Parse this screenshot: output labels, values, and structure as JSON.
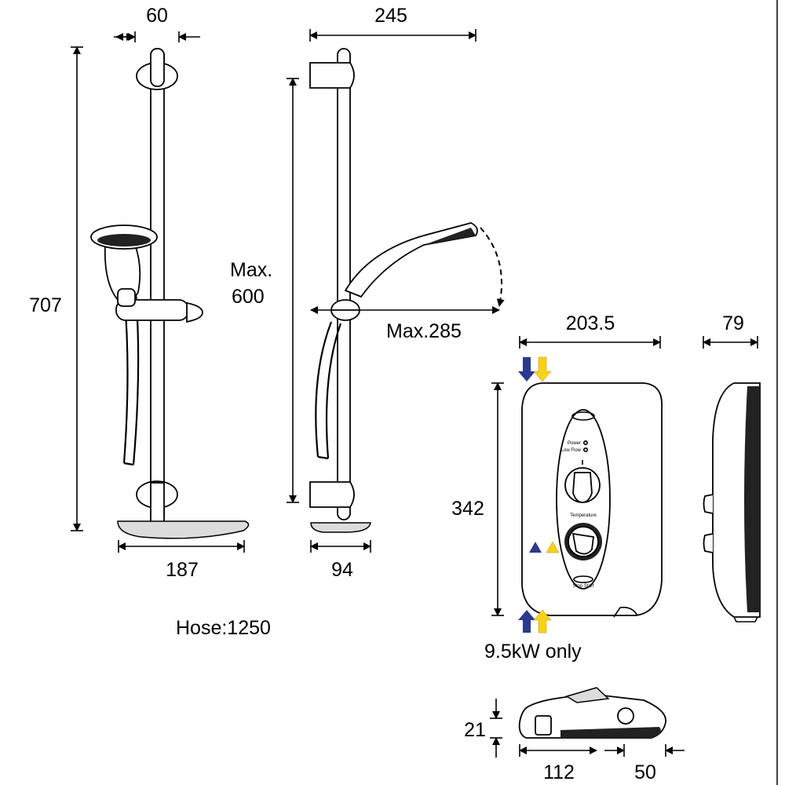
{
  "dimensions": {
    "rail_width": "60",
    "rail_height": "707",
    "base_width": "187",
    "rail_projection": "245",
    "handset_max_label": "Max.",
    "handset_max_value": "600",
    "handset_reach": "Max.285",
    "side_base": "94",
    "unit_width": "203.5",
    "unit_depth": "79",
    "unit_height": "342",
    "bottom_height": "21",
    "bottom_left": "112",
    "bottom_right": "50"
  },
  "notes": {
    "hose": "Hose:1250",
    "rating": "9.5kW only"
  },
  "control_panel": {
    "power": "Power",
    "low_flow": "Low Flow",
    "temperature": "Temperature",
    "stop_start": "Stop·Start"
  },
  "colors": {
    "cold_arrow": "#2b3a8f",
    "hot_arrow": "#f7d21c",
    "line": "#000000"
  }
}
